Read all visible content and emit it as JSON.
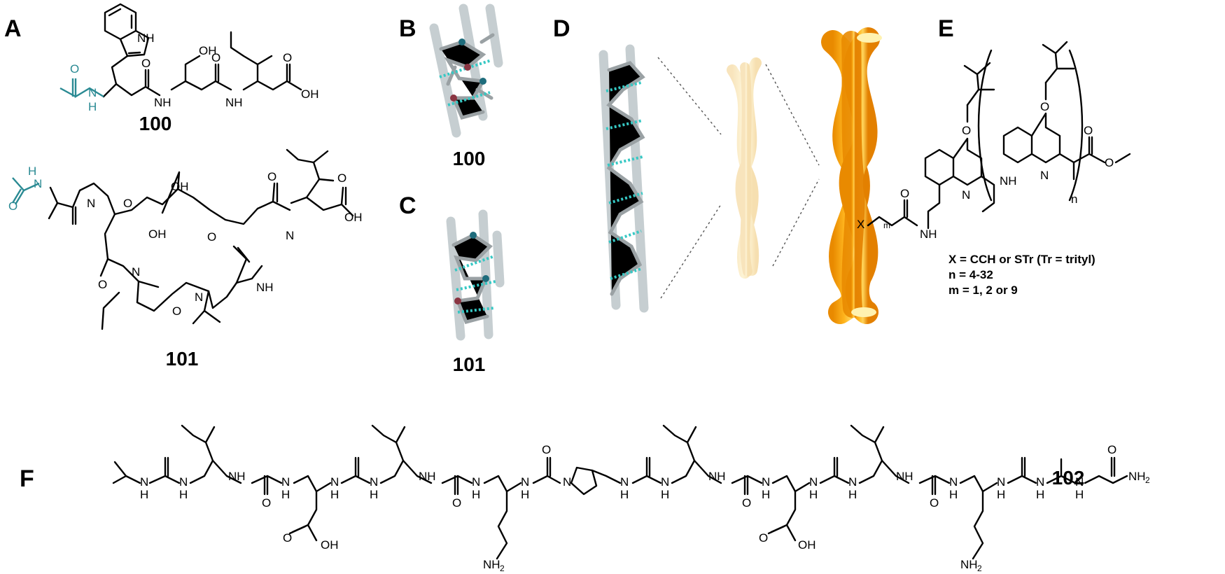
{
  "panels": {
    "A": "A",
    "B": "B",
    "C": "C",
    "D": "D",
    "E": "E",
    "F": "F"
  },
  "compounds": {
    "c100_a": "100",
    "c101_a": "101",
    "c100_b": "100",
    "c101_c": "101",
    "c102": "102"
  },
  "atoms": {
    "NH": "NH",
    "N": "N",
    "H": "H",
    "O": "O",
    "OH": "OH",
    "NH2_main": "NH",
    "sub2": "2",
    "X": "X",
    "m": "m",
    "n": "n"
  },
  "panel_e_legend": {
    "line1": "X = CCH or STr (Tr = trityl)",
    "line2": "n = 4-32",
    "line3": "m = 1, 2 or 9"
  },
  "colors": {
    "teal": "#2a8a93",
    "orange": "#f5a000",
    "hbond": "#36c8c4",
    "carbon_stick": "#9aa1a4"
  }
}
